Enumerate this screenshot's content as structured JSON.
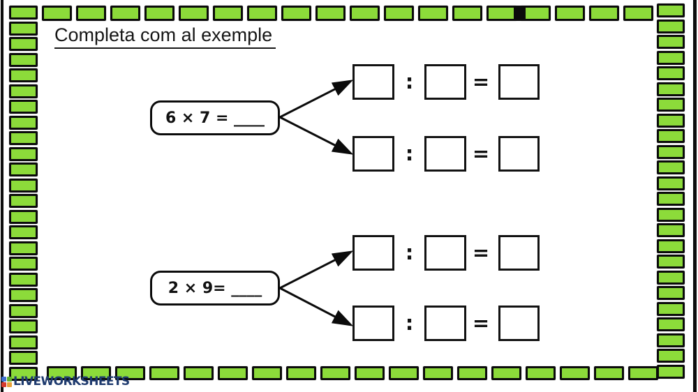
{
  "title": "Completa com al exemple",
  "problems": [
    {
      "equation": "6 × 7 = ____"
    },
    {
      "equation": "2 × 9= ____"
    }
  ],
  "separators": {
    "division": ":",
    "equals": "="
  },
  "footer": {
    "brand": "LIVEWORKSHEETS"
  },
  "colors": {
    "domino_green": "#8cdb3a",
    "domino_border": "#0b0b0b",
    "frame_black": "#0d0d0d",
    "brand_navy": "#1e3a6e",
    "logo_blue": "#3e6fd0",
    "logo_green": "#5fb02e",
    "logo_red": "#d43a2e",
    "logo_orange": "#e9a23b"
  }
}
